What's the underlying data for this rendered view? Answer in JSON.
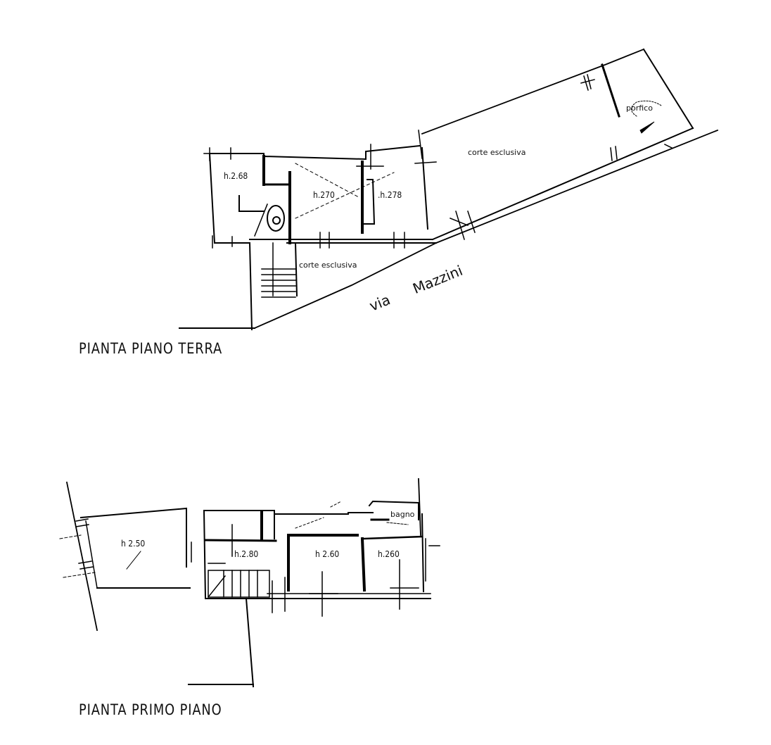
{
  "drawing": {
    "type": "architectural floor plan",
    "plans": [
      {
        "title": "PIANTA PIANO TERRA",
        "rooms": [
          {
            "label": "h.2.68"
          },
          {
            "label": "h.270"
          },
          {
            "label": ".h.278"
          }
        ],
        "areas": [
          {
            "label": "corte esclusiva"
          },
          {
            "label": "corte esclusiva"
          },
          {
            "label": "porfico"
          }
        ],
        "street": {
          "word1": "via",
          "word2": "Mazzini"
        }
      },
      {
        "title": "PIANTA PRIMO PIANO",
        "rooms": [
          {
            "label": "h 2.50"
          },
          {
            "label": "h.2.80"
          },
          {
            "label": "h 2.60"
          },
          {
            "label": "h.260"
          },
          {
            "label": "bagno"
          }
        ]
      }
    ]
  }
}
